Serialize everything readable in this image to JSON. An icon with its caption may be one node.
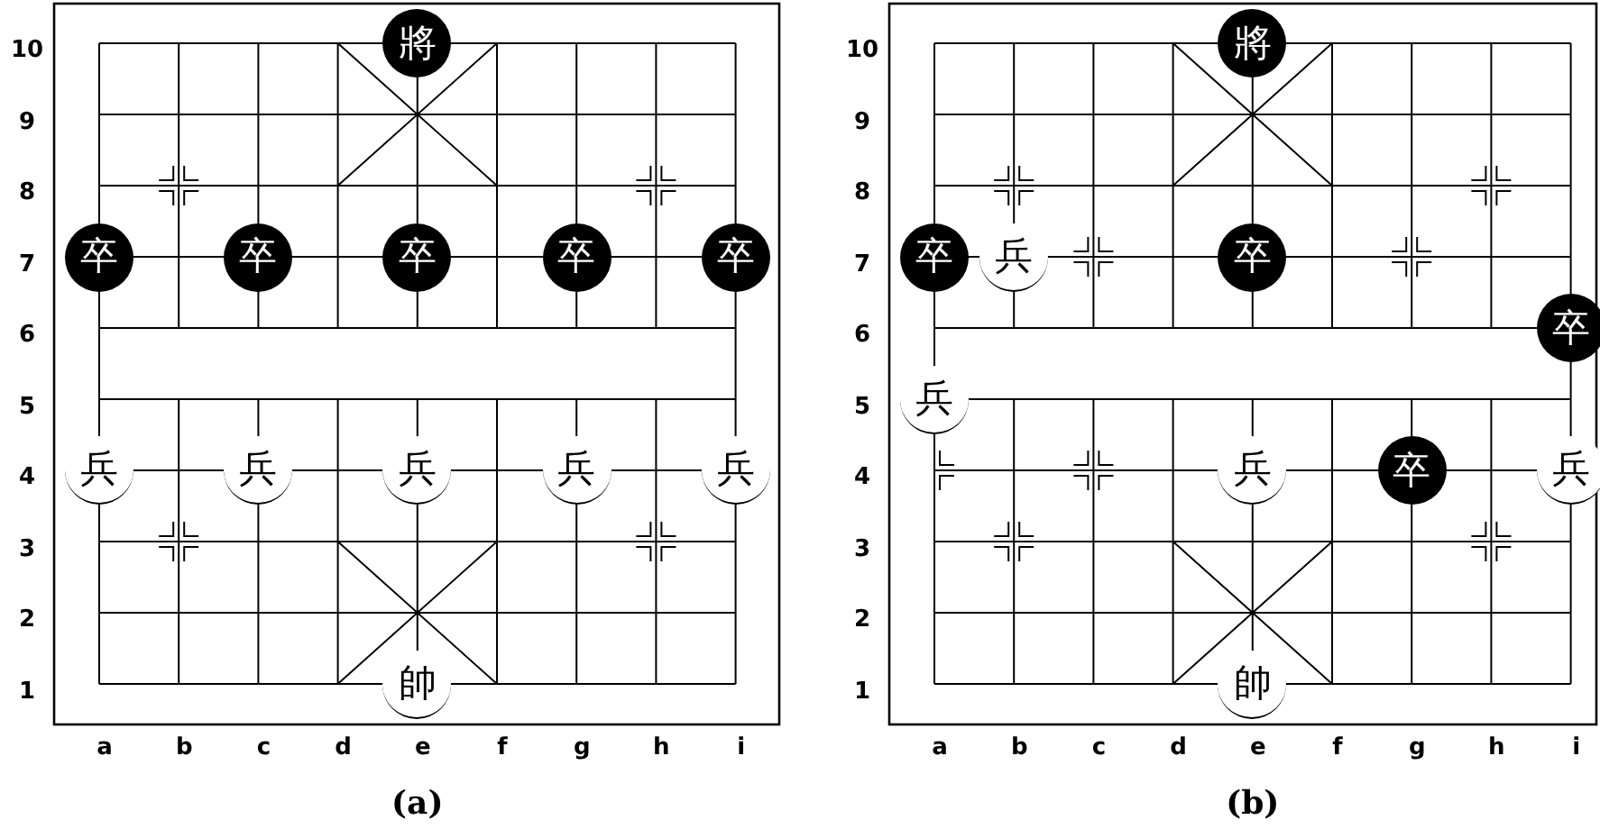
{
  "diagram": {
    "nodes": [
      {
        "text": [
          "將"
        ]
      },
      {
        "text": [
          "卒"
        ]
      },
      {
        "text": [
          "卒"
        ]
      },
      {
        "text": [
          "卒"
        ]
      },
      {
        "text": [
          "卒"
        ]
      },
      {
        "text": [
          "卒"
        ]
      },
      {
        "text": [
          "兵"
        ]
      },
      {
        "text": [
          "兵"
        ]
      },
      {
        "text": [
          "兵"
        ]
      },
      {
        "text": [
          "兵"
        ]
      },
      {
        "text": [
          "兵"
        ]
      },
      {
        "text": [
          "帥"
        ]
      },
      {
        "text": [
          "將"
        ]
      },
      {
        "text": [
          "卒"
        ]
      },
      {
        "text": [
          "兵"
        ]
      },
      {
        "text": [
          "卒"
        ]
      },
      {
        "text": [
          "卒"
        ]
      },
      {
        "text": [
          "兵"
        ]
      },
      {
        "text": [
          "兵"
        ]
      },
      {
        "text": [
          "卒"
        ]
      },
      {
        "text": [
          "兵"
        ]
      },
      {
        "text": [
          "帥"
        ]
      }
    ],
    "labels": [
      "10",
      "9",
      "8",
      "7",
      "6",
      "5",
      "4",
      "3",
      "2",
      "1",
      "a",
      "b",
      "c",
      "d",
      "e",
      "f",
      "g",
      "h",
      "i",
      "(a)",
      "10",
      "9",
      "8",
      "7",
      "6",
      "5",
      "4",
      "3",
      "2",
      "1",
      "a",
      "b",
      "c",
      "d",
      "e",
      "f",
      "g",
      "h",
      "i",
      "(b)"
    ]
  }
}
